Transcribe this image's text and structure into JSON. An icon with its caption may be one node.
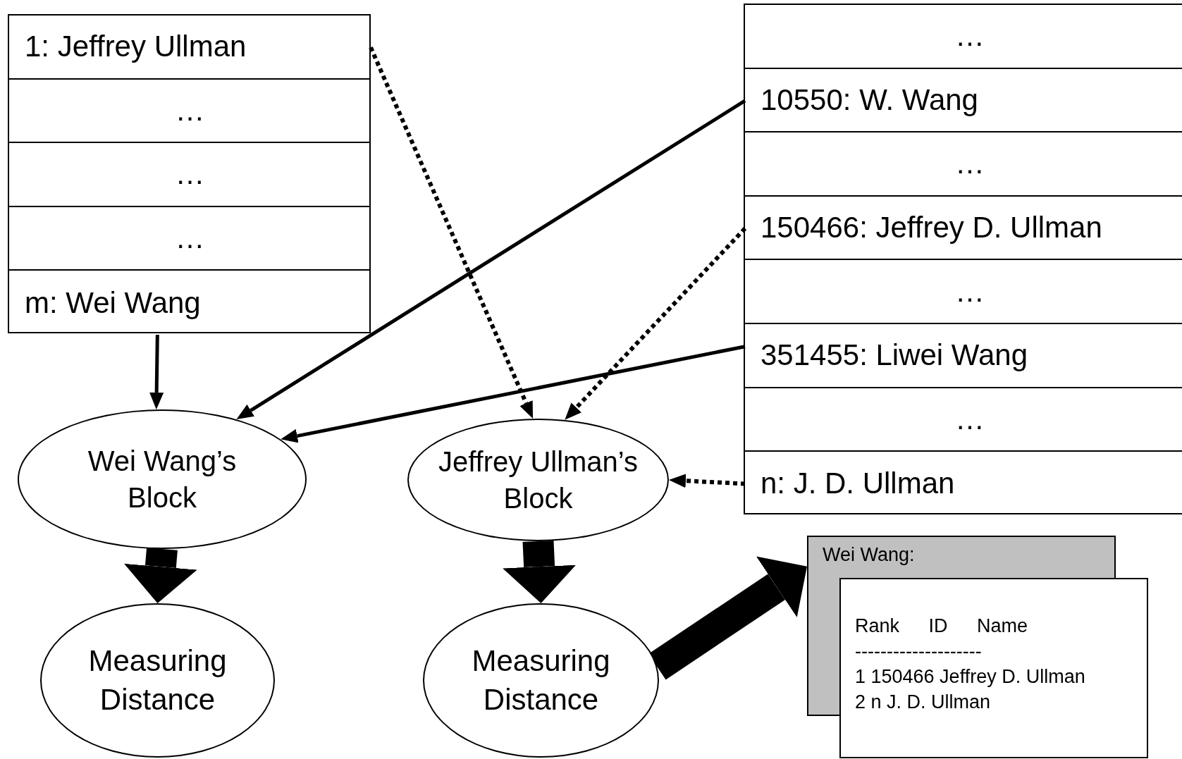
{
  "diagram": {
    "nodes": [
      {
        "text": [],
        "shape": "box"
      },
      {
        "text": [
          "1: Jeffrey Ullman"
        ],
        "in": 0
      },
      {
        "text": [
          "…"
        ],
        "in": 0
      },
      {
        "text": [
          "…"
        ],
        "in": 0
      },
      {
        "text": [
          "…"
        ],
        "in": 0
      },
      {
        "text": [
          "m: Wei Wang"
        ],
        "in": 0
      },
      {
        "text": [],
        "shape": "box"
      },
      {
        "text": [
          "…"
        ],
        "in": 6
      },
      {
        "text": [
          "10550: W. Wang"
        ],
        "in": 6
      },
      {
        "text": [
          "…"
        ],
        "in": 6
      },
      {
        "text": [
          "150466: Jeffrey D. Ullman"
        ],
        "in": 6
      },
      {
        "text": [
          "…"
        ],
        "in": 6
      },
      {
        "text": [
          "351455: Liwei Wang"
        ],
        "in": 6
      },
      {
        "text": [
          "…"
        ],
        "in": 6
      },
      {
        "text": [
          "n: J. D. Ullman"
        ],
        "in": 6
      },
      {
        "text": [
          "Wei Wang’s Block"
        ]
      },
      {
        "text": [
          "Jeffrey Ullman’s Block"
        ]
      },
      {
        "text": [
          "Measuring Distance"
        ]
      },
      {
        "text": [
          "Measuring Distance"
        ]
      },
      {
        "text": [
          "Wei Wang:"
        ]
      },
      {
        "text": [
          "Rank ID Name",
          "--------------------",
          "1 150466 Jeffrey D. Ullman",
          "2 n J. D. Ullman"
        ]
      }
    ],
    "edges": [
      {
        "from": 5,
        "to": 15,
        "arrow": "to"
      },
      {
        "from": 8,
        "to": 15,
        "arrow": "to"
      },
      {
        "from": 12,
        "to": 15,
        "arrow": "to"
      },
      {
        "from": 1,
        "to": 16,
        "arrow": "to",
        "style": "dashed"
      },
      {
        "from": 10,
        "to": 16,
        "arrow": "to",
        "style": "dashed"
      },
      {
        "from": 14,
        "to": 16,
        "arrow": "to",
        "style": "dashed"
      },
      {
        "from": 15,
        "to": 17,
        "arrow": "to",
        "style": "thick"
      },
      {
        "from": 16,
        "to": 18,
        "arrow": "to",
        "style": "thick"
      },
      {
        "from": 18,
        "to": 19,
        "arrow": "to",
        "style": "thick"
      }
    ]
  }
}
